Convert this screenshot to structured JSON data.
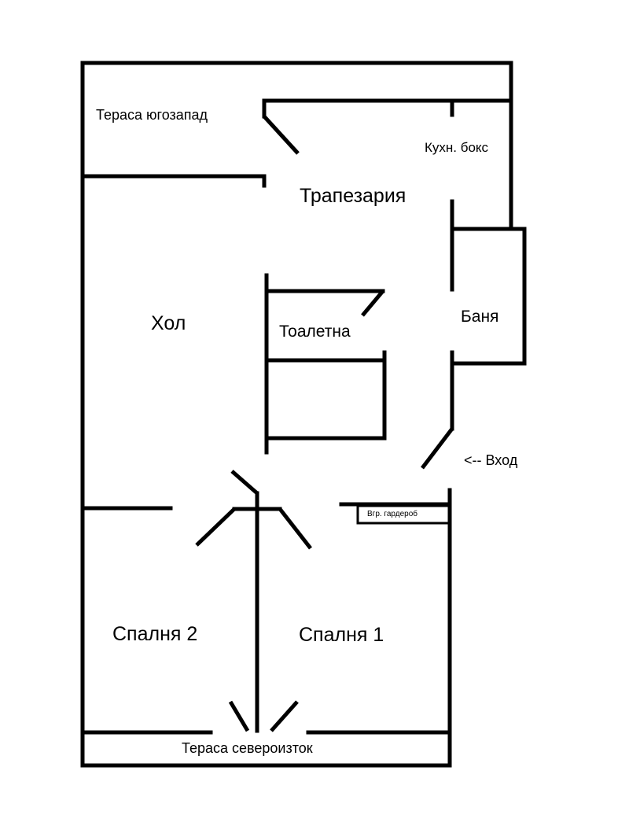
{
  "rooms": {
    "terrace_sw": "Тераса югозапад",
    "kitchen": "Кухн. бокс",
    "dining": "Трапезария",
    "hall": "Хол",
    "toilet": "Тоалетна",
    "bath": "Баня",
    "entrance": "<-- Вход",
    "wardrobe": "Вгр. гардероб",
    "bedroom2": "Спалня 2",
    "bedroom1": "Спалня 1",
    "terrace_ne": "Тераса североизток"
  }
}
